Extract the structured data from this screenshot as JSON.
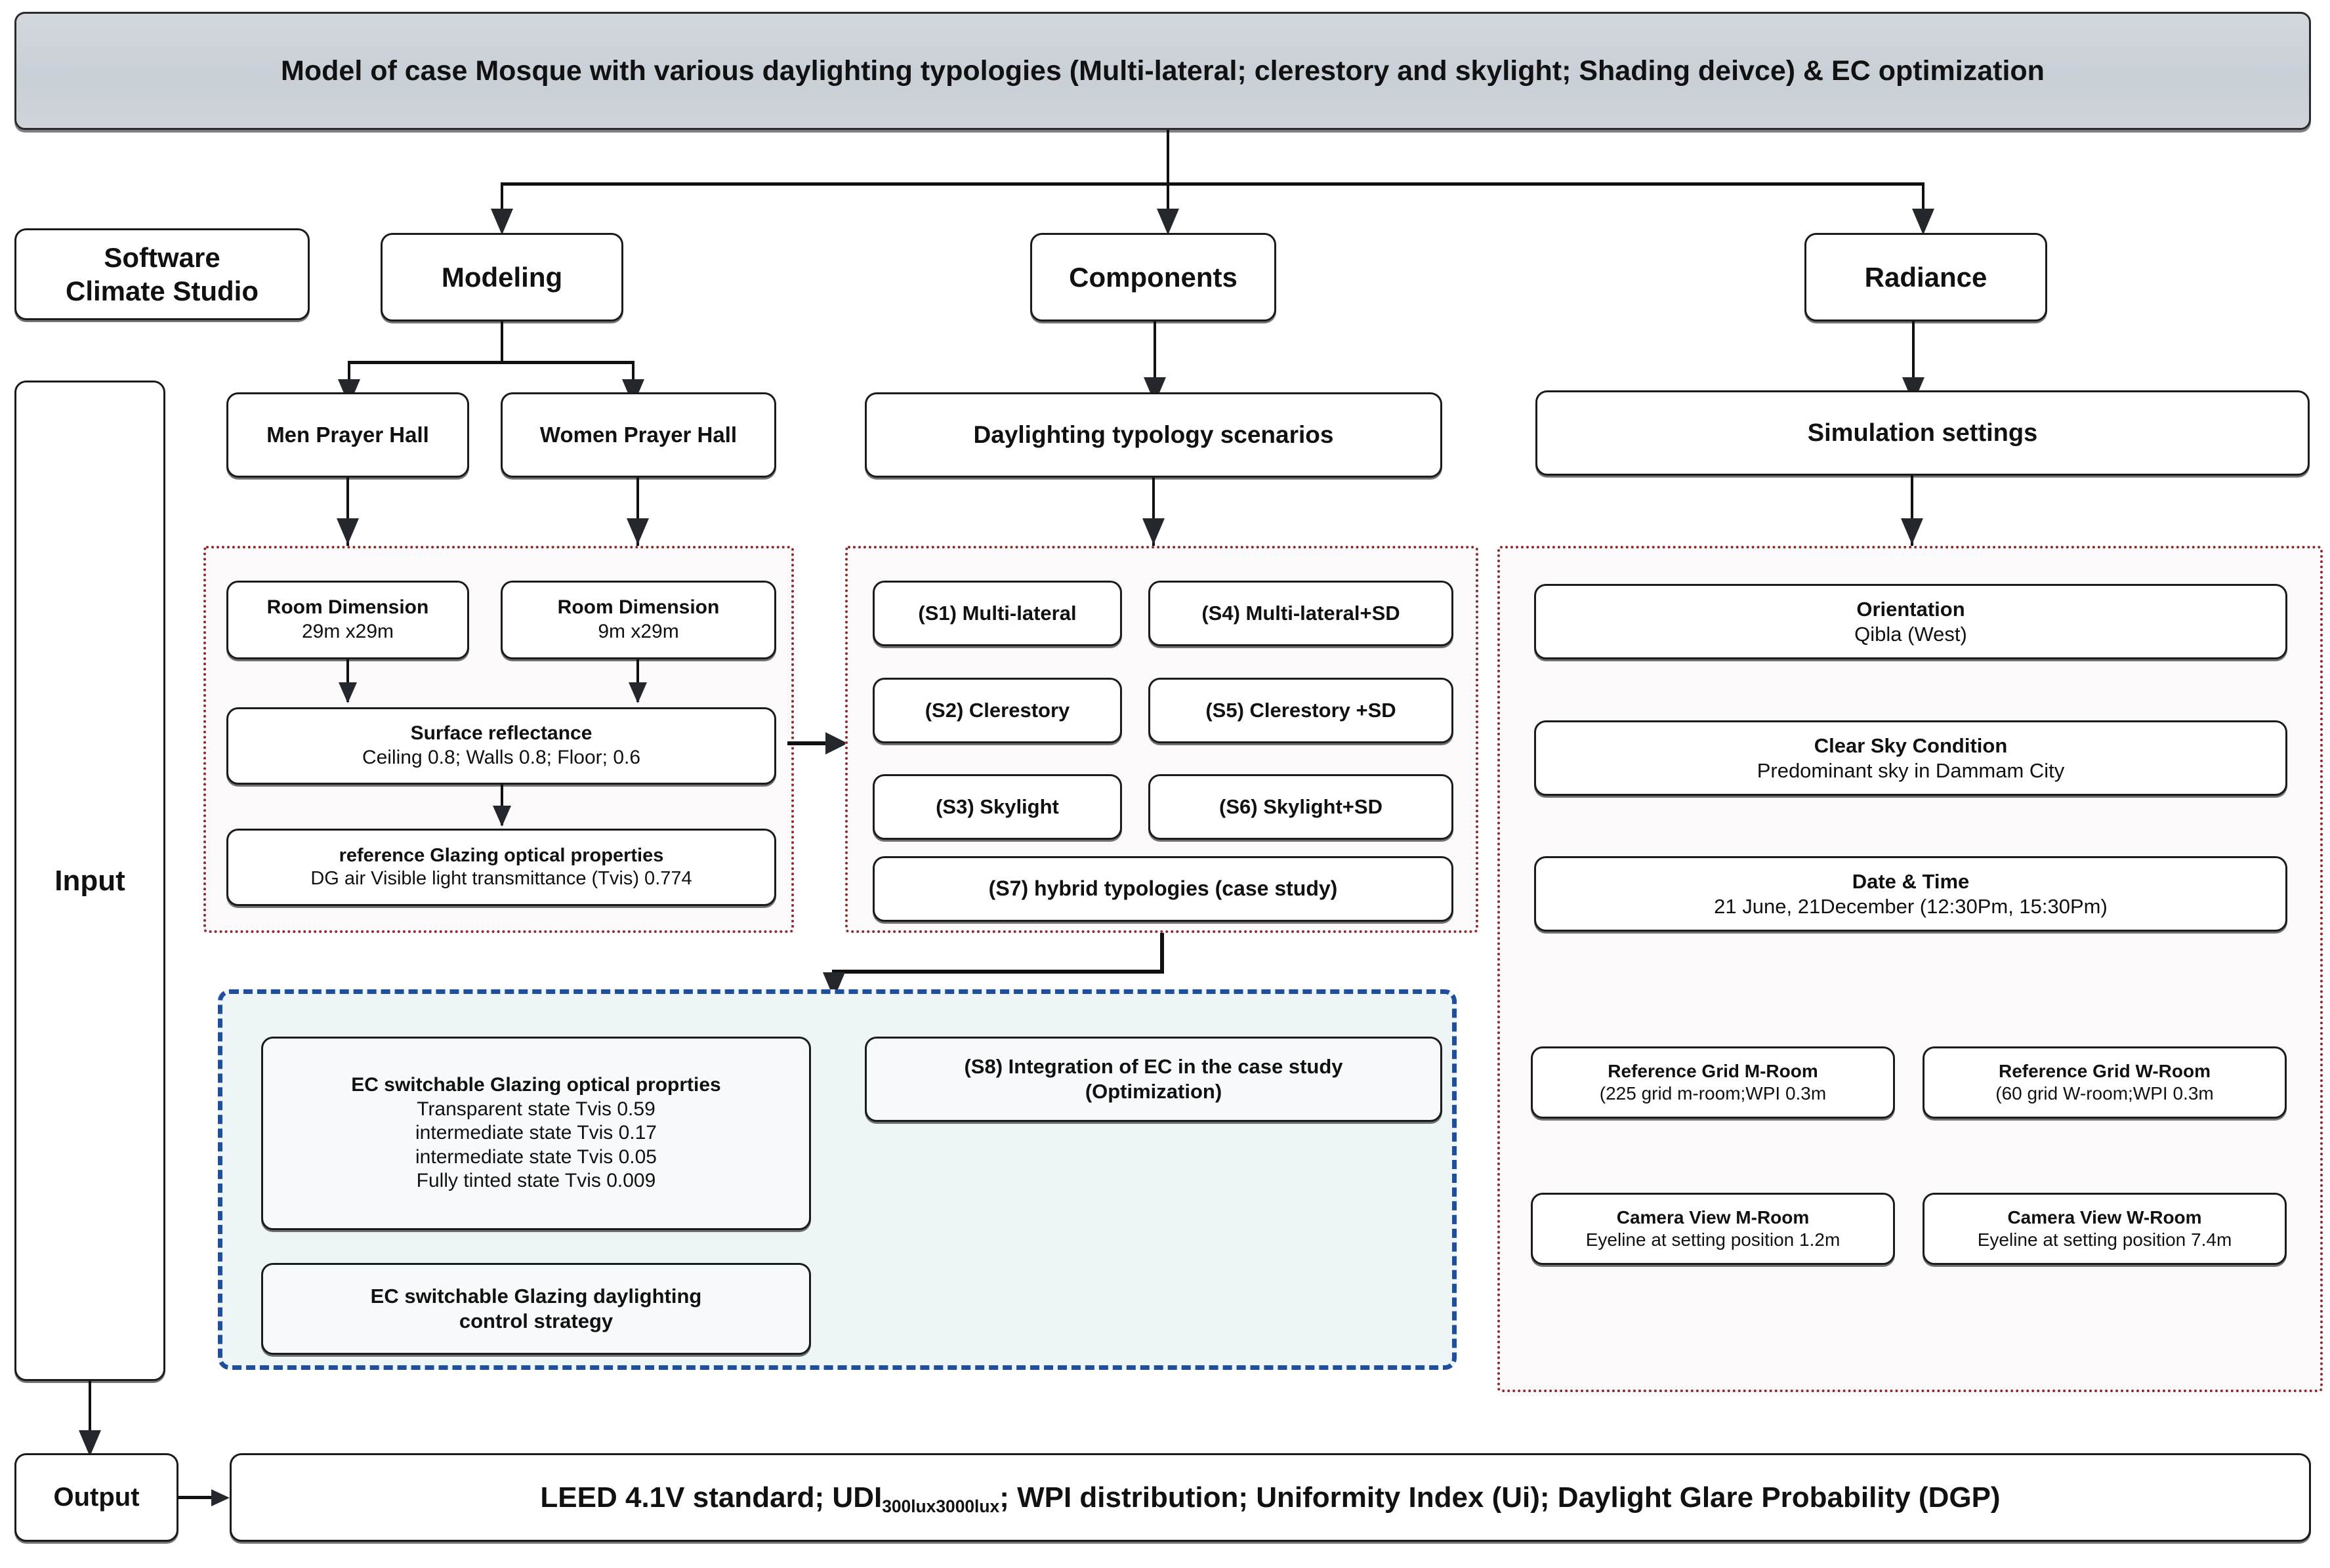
{
  "title": {
    "text": "Model of case Mosque with various daylighting typologies (Multi-lateral; clerestory and skylight; Shading deivce) & EC optimization"
  },
  "level1": {
    "software": "Software\nClimate Studio",
    "software_line1": "Software",
    "software_line2": "Climate Studio",
    "modeling": "Modeling",
    "components": "Components",
    "radiance": "Radiance"
  },
  "level2": {
    "men_prayer_hall": "Men Prayer Hall",
    "women_prayer_hall": "Women Prayer Hall",
    "daylighting_typology_scenarios": "Daylighting typology scenarios",
    "simulation_settings": "Simulation settings"
  },
  "input_label": "Input",
  "output_label": "Output",
  "modeling_group": {
    "room_dimension_men": {
      "title": "Room Dimension",
      "value": "29m x29m"
    },
    "room_dimension_women": {
      "title": "Room Dimension",
      "value": "9m x29m"
    },
    "surface_reflectance": {
      "title": "Surface reflectance",
      "value": "Ceiling 0.8; Walls 0.8; Floor; 0.6"
    },
    "reference_glazing": {
      "title": "reference Glazing optical properties",
      "value": "DG air Visible light transmittance (Tvis) 0.774"
    }
  },
  "scenarios": {
    "s1": "(S1) Multi-lateral",
    "s2": "(S2) Clerestory",
    "s3": "(S3) Skylight",
    "s4": "(S4) Multi-lateral+SD",
    "s5": "(S5) Clerestory +SD",
    "s6": "(S6) Skylight+SD",
    "s7": "(S7) hybrid typologies (case study)"
  },
  "ec_region": {
    "optical": {
      "title": "EC switchable Glazing optical proprties",
      "lines": [
        "Transparent state Tvis 0.59",
        "intermediate state Tvis 0.17",
        "intermediate state Tvis 0.05",
        "Fully tinted state Tvis 0.009"
      ]
    },
    "control_strategy_line1": "EC switchable Glazing daylighting",
    "control_strategy_line2": "control strategy",
    "s8_line1": "(S8) Integration of EC in the case study",
    "s8_line2": "(Optimization)"
  },
  "simulation": {
    "orientation": {
      "title": "Orientation",
      "value": "Qibla (West)"
    },
    "sky": {
      "title": "Clear Sky Condition",
      "value": "Predominant sky in Dammam City"
    },
    "datetime": {
      "title": "Date & Time",
      "value": "21 June, 21December (12:30Pm, 15:30Pm)"
    },
    "grid_m": {
      "title": "Reference Grid M-Room",
      "value": "(225 grid m-room;WPI 0.3m"
    },
    "grid_w": {
      "title": "Reference Grid W-Room",
      "value": "(60 grid W-room;WPI 0.3m"
    },
    "camera_m": {
      "title": "Camera View M-Room",
      "value": "Eyeline at setting position 1.2m"
    },
    "camera_w": {
      "title": "Camera View W-Room",
      "value": "Eyeline at setting position 7.4m"
    }
  },
  "output_bar": {
    "part1": "LEED 4.1V standard; UDI",
    "subscript": "300lux3000lux",
    "part2": "; WPI distribution; Uniformity Index (Ui); Daylight Glare Probability (DGP)"
  },
  "colors": {
    "title_fill": "#cfd5db",
    "dotted_border": "#8d2b2b",
    "dashed_border": "#1f4e9c",
    "ec_fill": "#eef5f7",
    "box_border": "#1b1b1b"
  }
}
